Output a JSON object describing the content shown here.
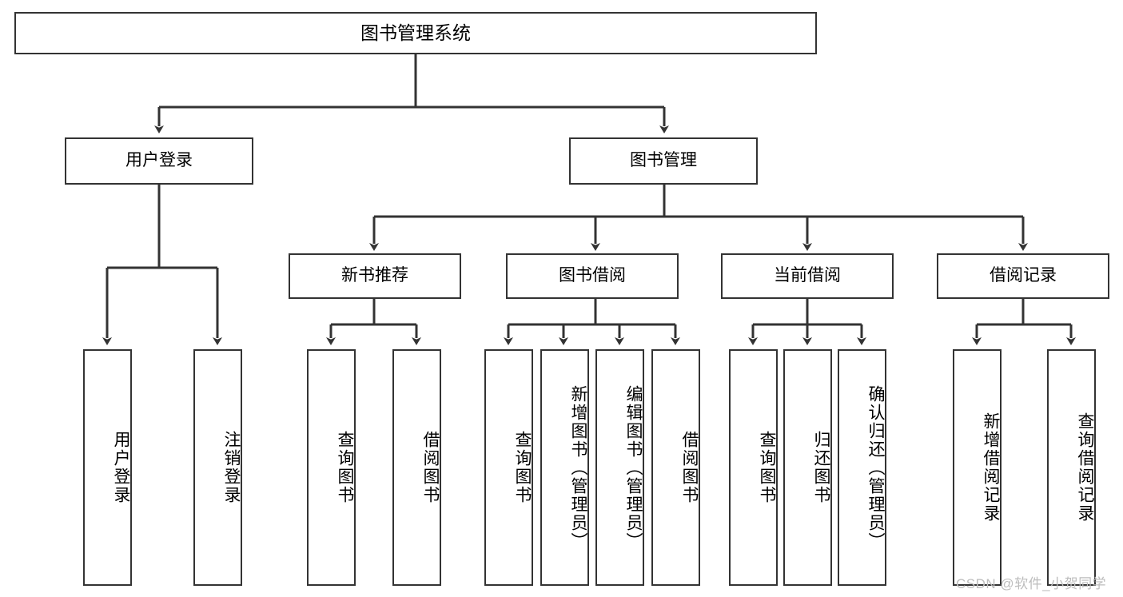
{
  "diagram": {
    "title": "图书管理系统",
    "type": "tree-hierarchy-diagram",
    "colors": {
      "stroke": "#333333",
      "fill": "#ffffff",
      "text": "#000000",
      "watermark": "#bdbdbd"
    },
    "root": {
      "label": "图书管理系统"
    },
    "level2": [
      {
        "label": "用户登录"
      },
      {
        "label": "图书管理"
      }
    ],
    "level3": [
      {
        "label": "新书推荐"
      },
      {
        "label": "图书借阅"
      },
      {
        "label": "当前借阅"
      },
      {
        "label": "借阅记录"
      }
    ],
    "leaves": {
      "user_login": [
        {
          "label": "用户登录"
        },
        {
          "label": "注销登录"
        }
      ],
      "new_book_recommend": [
        {
          "label": "查询图书"
        },
        {
          "label": "借阅图书"
        }
      ],
      "book_borrow": [
        {
          "label": "查询图书"
        },
        {
          "label": "新增图书（管理员）"
        },
        {
          "label": "编辑图书（管理员）"
        },
        {
          "label": "借阅图书"
        }
      ],
      "current_borrow": [
        {
          "label": "查询图书"
        },
        {
          "label": "归还图书"
        },
        {
          "label": "确认归还（管理员）"
        }
      ],
      "borrow_record": [
        {
          "label": "新增借阅记录"
        },
        {
          "label": "查询借阅记录"
        }
      ]
    },
    "watermark": "CSDN @软件_小贺同学"
  }
}
